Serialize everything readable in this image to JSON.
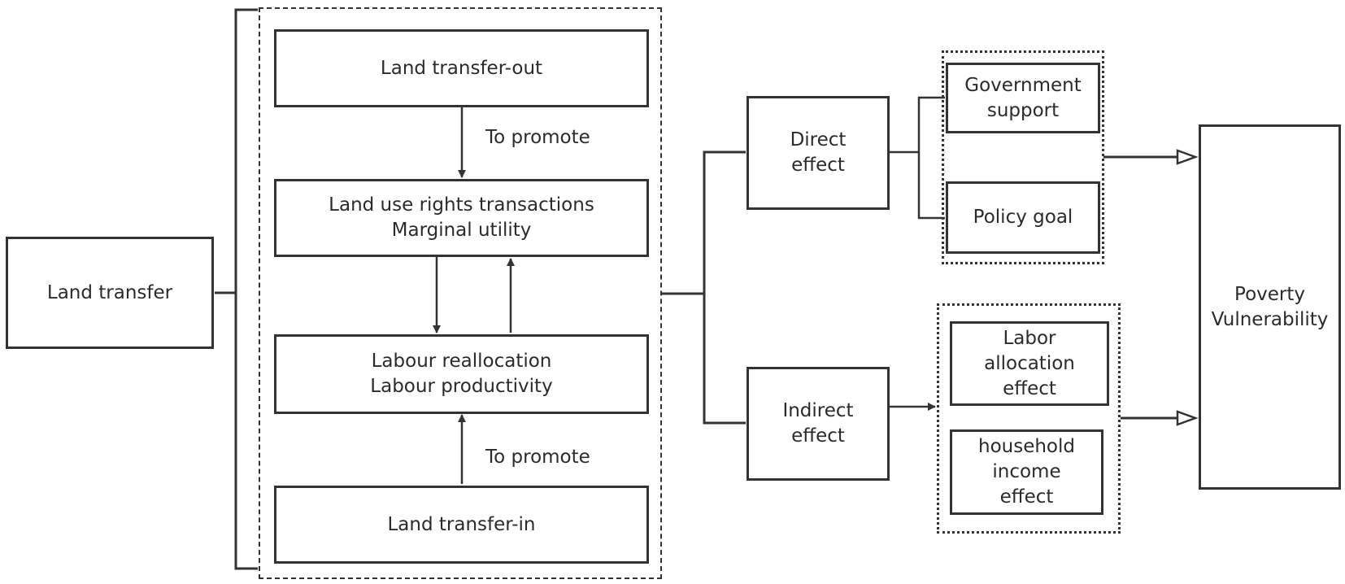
{
  "diagram": {
    "colors": {
      "line": "#333333",
      "text": "#2b2b2b",
      "background": "#ffffff"
    },
    "nodes": {
      "land_transfer": [
        "Land transfer"
      ],
      "transfer_out": [
        "Land transfer-out"
      ],
      "transactions": [
        "Land use rights transactions",
        "Marginal utility"
      ],
      "labour": [
        "Labour reallocation",
        "Labour productivity"
      ],
      "transfer_in": [
        "Land transfer-in"
      ],
      "direct_effect": [
        "Direct",
        "effect"
      ],
      "indirect_effect": [
        "Indirect",
        "effect"
      ],
      "government_support": [
        "Government",
        "support"
      ],
      "policy_goal": [
        "Policy goal"
      ],
      "labor_allocation": [
        "Labor",
        "allocation",
        "effect"
      ],
      "household_income": [
        "household",
        "income",
        "effect"
      ],
      "poverty_vulnerability": [
        "Poverty",
        "Vulnerability"
      ]
    },
    "edge_labels": {
      "promote_top": "To promote",
      "promote_bottom": "To promote"
    }
  }
}
